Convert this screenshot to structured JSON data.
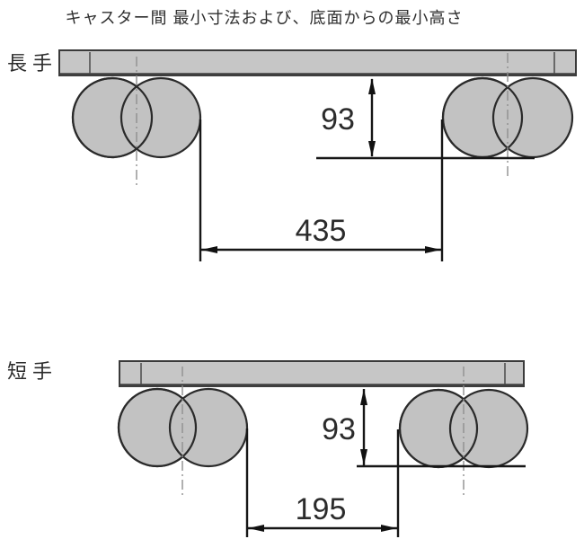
{
  "title": "キャスター間 最小寸法および、底面からの最小高さ",
  "diagrams": {
    "long": {
      "label": "長手",
      "caster_distance_mm": "435",
      "min_height_mm": "93"
    },
    "short": {
      "label": "短手",
      "caster_distance_mm": "195",
      "min_height_mm": "93"
    }
  },
  "colors": {
    "background": "#ffffff",
    "shape_fill": "#c2c2c2",
    "outline": "#2a2a2a",
    "dimension_line": "#161616",
    "centerline": "#8f8f8f",
    "text": "#2b2b2b"
  }
}
